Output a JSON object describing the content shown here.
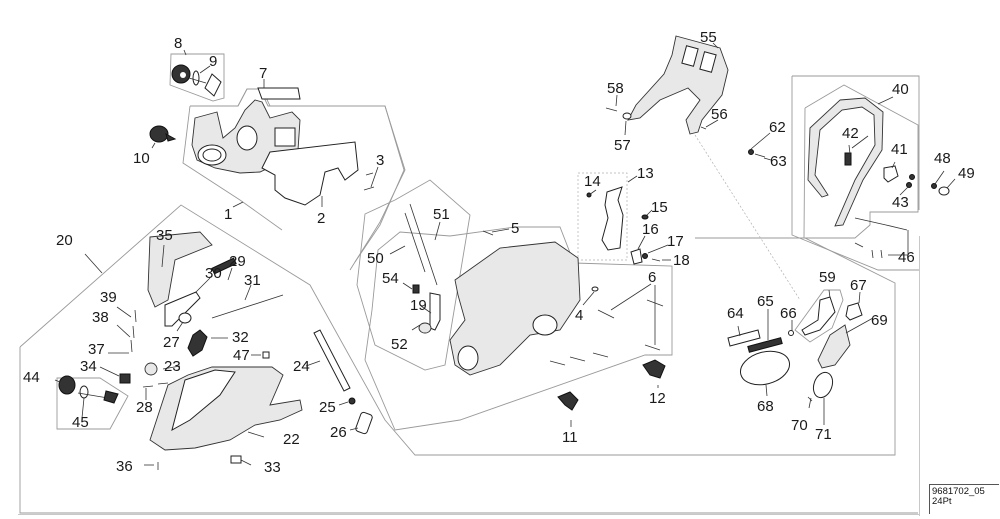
{
  "diagram": {
    "type": "exploded-parts-diagram",
    "subject": "chainsaw crankcase, housings, handles and chain brake",
    "reference_code": "9681702_05",
    "reference_sub": "24Pt",
    "callouts": [
      {
        "id": "1",
        "label": "1"
      },
      {
        "id": "2",
        "label": "2"
      },
      {
        "id": "3",
        "label": "3"
      },
      {
        "id": "4",
        "label": "4"
      },
      {
        "id": "5",
        "label": "5"
      },
      {
        "id": "6",
        "label": "6"
      },
      {
        "id": "7",
        "label": "7"
      },
      {
        "id": "8",
        "label": "8"
      },
      {
        "id": "9",
        "label": "9"
      },
      {
        "id": "10",
        "label": "10"
      },
      {
        "id": "11",
        "label": "11"
      },
      {
        "id": "12",
        "label": "12"
      },
      {
        "id": "13",
        "label": "13"
      },
      {
        "id": "14",
        "label": "14"
      },
      {
        "id": "15",
        "label": "15"
      },
      {
        "id": "16",
        "label": "16"
      },
      {
        "id": "17",
        "label": "17"
      },
      {
        "id": "18",
        "label": "18"
      },
      {
        "id": "19",
        "label": "19"
      },
      {
        "id": "20",
        "label": "20"
      },
      {
        "id": "22",
        "label": "22"
      },
      {
        "id": "23",
        "label": "23"
      },
      {
        "id": "24",
        "label": "24"
      },
      {
        "id": "25",
        "label": "25"
      },
      {
        "id": "26",
        "label": "26"
      },
      {
        "id": "27",
        "label": "27"
      },
      {
        "id": "28",
        "label": "28"
      },
      {
        "id": "29",
        "label": "29"
      },
      {
        "id": "30",
        "label": "30"
      },
      {
        "id": "31",
        "label": "31"
      },
      {
        "id": "32",
        "label": "32"
      },
      {
        "id": "33",
        "label": "33"
      },
      {
        "id": "34",
        "label": "34"
      },
      {
        "id": "35",
        "label": "35"
      },
      {
        "id": "36",
        "label": "36"
      },
      {
        "id": "37",
        "label": "37"
      },
      {
        "id": "38",
        "label": "38"
      },
      {
        "id": "39",
        "label": "39"
      },
      {
        "id": "40",
        "label": "40"
      },
      {
        "id": "41",
        "label": "41"
      },
      {
        "id": "42",
        "label": "42"
      },
      {
        "id": "43",
        "label": "43"
      },
      {
        "id": "44",
        "label": "44"
      },
      {
        "id": "45",
        "label": "45"
      },
      {
        "id": "46",
        "label": "46"
      },
      {
        "id": "47",
        "label": "47"
      },
      {
        "id": "48",
        "label": "48"
      },
      {
        "id": "49",
        "label": "49"
      },
      {
        "id": "50",
        "label": "50"
      },
      {
        "id": "51",
        "label": "51"
      },
      {
        "id": "52",
        "label": "52"
      },
      {
        "id": "54",
        "label": "54"
      },
      {
        "id": "55",
        "label": "55"
      },
      {
        "id": "56",
        "label": "56"
      },
      {
        "id": "57",
        "label": "57"
      },
      {
        "id": "58",
        "label": "58"
      },
      {
        "id": "59",
        "label": "59"
      },
      {
        "id": "62",
        "label": "62"
      },
      {
        "id": "63",
        "label": "63"
      },
      {
        "id": "64",
        "label": "64"
      },
      {
        "id": "65",
        "label": "65"
      },
      {
        "id": "66",
        "label": "66"
      },
      {
        "id": "67",
        "label": "67"
      },
      {
        "id": "68",
        "label": "68"
      },
      {
        "id": "69",
        "label": "69"
      },
      {
        "id": "70",
        "label": "70"
      },
      {
        "id": "71",
        "label": "71"
      }
    ]
  }
}
